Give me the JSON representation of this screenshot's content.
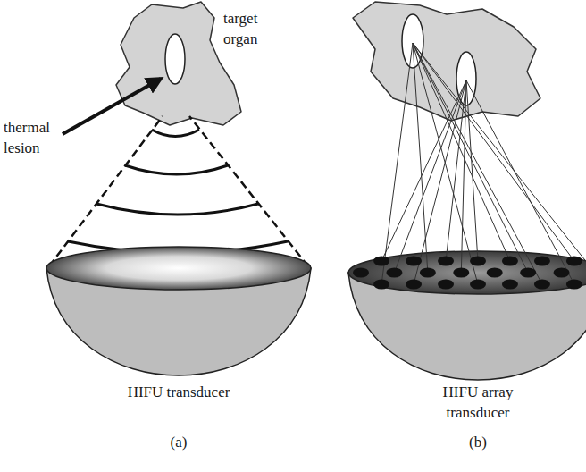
{
  "diagram": {
    "labels": [
      "target organ",
      "thermal lesion",
      "HIFU transducer",
      "(a)",
      "HIFU array transducer",
      "(b)"
    ]
  }
}
